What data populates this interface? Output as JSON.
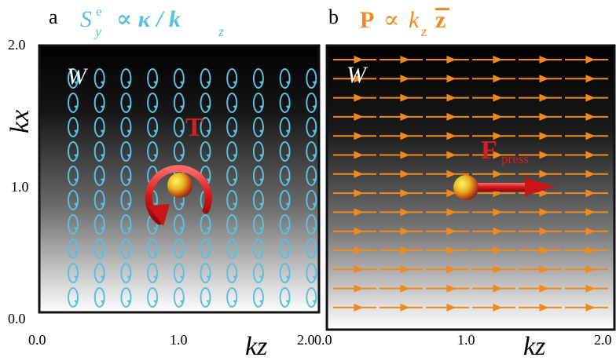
{
  "colors": {
    "spin_cyan": "#5bc0e0",
    "flow_orange": "#f08a1e",
    "force_red": "#d42020",
    "frame_border": "#111111"
  },
  "panel_a": {
    "letter": "a",
    "title": {
      "S": "S",
      "sup": "e",
      "sub": "y",
      "rest": "∝ κ / k",
      "sub2": "z"
    },
    "region_label": "W",
    "torque_label": "T",
    "axis": {
      "ylabel": "kx",
      "xlabel": "kz",
      "y_ticks": [
        "2.0",
        "1.0",
        "0.0"
      ],
      "x_ticks": [
        "0.0",
        "1.0",
        "2.0"
      ]
    },
    "icons": [
      "spin-loop-icon",
      "torque-arrow-icon",
      "particle-sphere-icon"
    ]
  },
  "panel_b": {
    "letter": "b",
    "title": {
      "P": "P",
      "prop": "∝",
      "k": "k",
      "sub": "z",
      "zbar": "z"
    },
    "region_label": "W",
    "force_label": "F",
    "force_sub": "press",
    "axis": {
      "xlabel": "kz",
      "x_ticks": [
        "0.0",
        "1.0",
        "2.0"
      ]
    },
    "icons": [
      "flow-arrow-icon",
      "force-arrow-icon",
      "particle-sphere-icon"
    ]
  }
}
